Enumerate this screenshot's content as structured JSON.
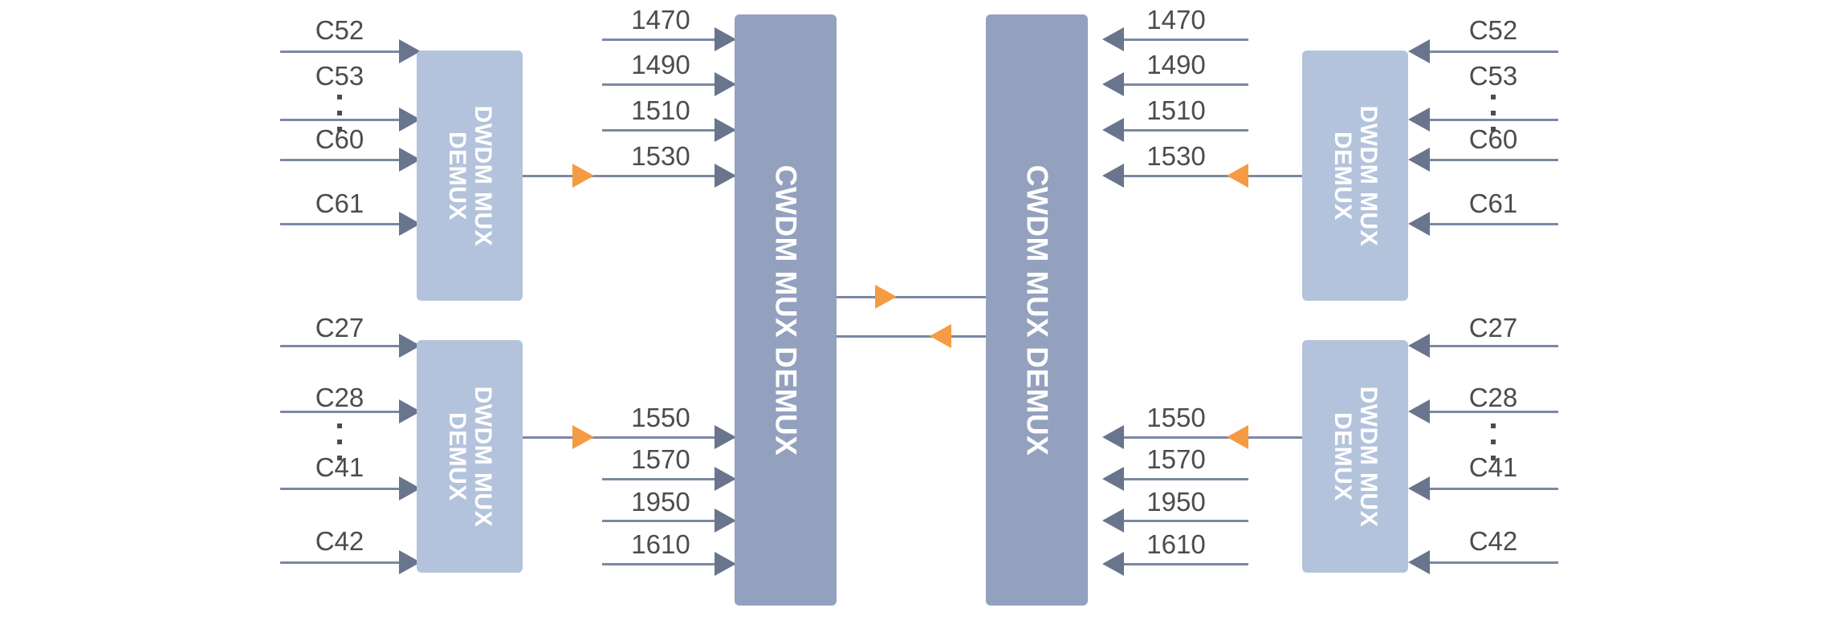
{
  "diagram": {
    "title": "CWDM / DWDM MUX DEMUX bidirectional link topology",
    "colors": {
      "dwdm_box": "#b4c3dc",
      "cwdm_box": "#93a1bf",
      "line": "#7b88a3",
      "arrow_gray": "#69758d",
      "arrow_orange": "#f59b43",
      "label_text": "#4c4c4c",
      "box_text": "#ffffff",
      "background": "#ffffff"
    },
    "ellipsis_glyph": "vertical-ellipsis"
  },
  "nodes": {
    "dwdm_top_left": {
      "line1": "DWDM MUX",
      "line2": "DEMUX"
    },
    "dwdm_bottom_left": {
      "line1": "DWDM MUX",
      "line2": "DEMUX"
    },
    "cwdm_left": {
      "label": "CWDM MUX DEMUX"
    },
    "cwdm_right": {
      "label": "CWDM MUX DEMUX"
    },
    "dwdm_top_right": {
      "line1": "DWDM MUX",
      "line2": "DEMUX"
    },
    "dwdm_bottom_right": {
      "line1": "DWDM MUX",
      "line2": "DEMUX"
    }
  },
  "channels": {
    "top_left": [
      "C52",
      "C53",
      "C60",
      "C61"
    ],
    "bottom_left": [
      "C27",
      "C28",
      "C41",
      "C42"
    ],
    "top_right": [
      "C52",
      "C53",
      "C60",
      "C61"
    ],
    "bottom_right": [
      "C27",
      "C28",
      "C41",
      "C42"
    ]
  },
  "wavelengths": {
    "top_left": [
      "1470",
      "1490",
      "1510",
      "1530"
    ],
    "bottom_left": [
      "1550",
      "1570",
      "1950",
      "1610"
    ],
    "top_right": [
      "1470",
      "1490",
      "1510",
      "1530"
    ],
    "bottom_right": [
      "1550",
      "1570",
      "1950",
      "1610"
    ]
  },
  "trunk": {
    "upper_direction": "left-to-right",
    "lower_direction": "right-to-left"
  }
}
